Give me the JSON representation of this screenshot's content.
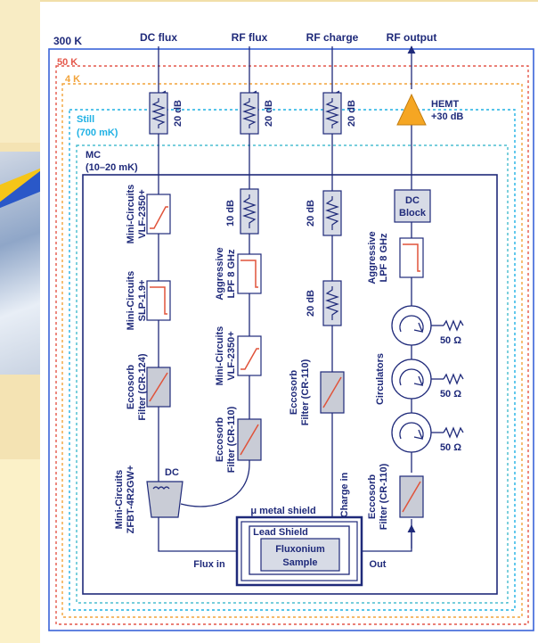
{
  "colors": {
    "navy": "#1f2a7a",
    "blue_300k": "#3a63d8",
    "red_50k": "#e4574a",
    "orange_4k": "#f2a33a",
    "cyan_still": "#1fb1e4",
    "teal_mc": "#27b0c6",
    "filter_red": "#e0533a",
    "amplifier": "#f5a623",
    "box_fill": "#d7dbe6"
  },
  "lines": {
    "dc_flux": "DC flux",
    "rf_flux": "RF flux",
    "rf_charge": "RF charge",
    "rf_output": "RF output"
  },
  "stages": {
    "k300": "300 K",
    "k50": "50 K",
    "k4": "4 K",
    "still_1": "Still",
    "still_2": "(700 mK)",
    "mc_1": "MC",
    "mc_2": "(10–20 mK)"
  },
  "attenuators": {
    "att1": "20 dB",
    "att2": "20 dB",
    "att3": "20 dB",
    "att_rf_mc": "10 dB",
    "att_charge_mc1": "20 dB",
    "att_charge_mc2": "20 dB"
  },
  "hemt": {
    "name": "HEMT",
    "gain": "+30 dB"
  },
  "dc_block": {
    "line1": "DC",
    "line2": "Block"
  },
  "components": {
    "vlf2350_1": "Mini-Circuits",
    "vlf2350_2": "VLF-2350+",
    "slp_1": "Mini-Circuits",
    "slp_2": "SLP-1.9+",
    "ecc_dc_1": "Eccosorb",
    "ecc_dc_2": "Filter (CR-124)",
    "bias_1": "Mini-Circuits",
    "bias_2": "ZFBT-4R2GW+",
    "lpf_rf_1": "Aggressive",
    "lpf_rf_2": "LPF 8 GHz",
    "vlf_rf_1": "Mini-Circuits",
    "vlf_rf_2": "VLF-2350+",
    "ecc_rf_1": "Eccosorb",
    "ecc_rf_2": "Filter (CR-110)",
    "ecc_ch_1": "Eccosorb",
    "ecc_ch_2": "Filter (CR-110)",
    "lpf_out_1": "Aggressive",
    "lpf_out_2": "LPF 8 GHz",
    "circulators": "Circulators",
    "ecc_out_1": "Eccosorb",
    "ecc_out_2": "Filter (CR-110)",
    "dc_tee": "DC"
  },
  "terminations": {
    "t1": "50 Ω",
    "t2": "50 Ω",
    "t3": "50 Ω"
  },
  "sample": {
    "mu_shield": "μ metal shield",
    "lead_shield": "Lead Shield",
    "name_1": "Fluxonium",
    "name_2": "Sample",
    "flux_in": "Flux in",
    "charge_in": "Charge in",
    "out": "Out"
  }
}
